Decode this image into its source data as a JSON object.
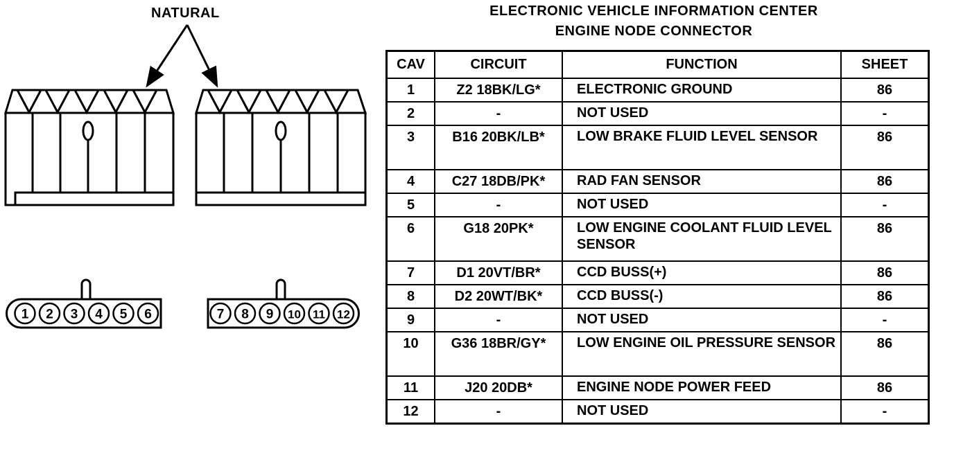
{
  "diagram": {
    "label": "NATURAL",
    "left_connector_pins": [
      "1",
      "2",
      "3",
      "4",
      "5",
      "6"
    ],
    "right_connector_pins": [
      "7",
      "8",
      "9",
      "10",
      "11",
      "12"
    ]
  },
  "table": {
    "title_line1": "ELECTRONIC VEHICLE INFORMATION CENTER",
    "title_line2": "ENGINE NODE CONNECTOR",
    "headers": {
      "cav": "CAV",
      "circuit": "CIRCUIT",
      "function": "FUNCTION",
      "sheet": "SHEET"
    },
    "rows": [
      {
        "cav": "1",
        "circuit": "Z2 18BK/LG*",
        "function": "ELECTRONIC GROUND",
        "sheet": "86"
      },
      {
        "cav": "2",
        "circuit": "-",
        "function": "NOT USED",
        "sheet": "-"
      },
      {
        "cav": "3",
        "circuit": "B16 20BK/LB*",
        "function": "LOW BRAKE FLUID LEVEL SENSOR",
        "sheet": "86"
      },
      {
        "cav": "4",
        "circuit": "C27 18DB/PK*",
        "function": "RAD FAN SENSOR",
        "sheet": "86"
      },
      {
        "cav": "5",
        "circuit": "-",
        "function": "NOT USED",
        "sheet": "-"
      },
      {
        "cav": "6",
        "circuit": "G18 20PK*",
        "function": "LOW ENGINE COOLANT FLUID LEVEL SENSOR",
        "sheet": "86"
      },
      {
        "cav": "7",
        "circuit": "D1 20VT/BR*",
        "function": "CCD BUSS(+)",
        "sheet": "86"
      },
      {
        "cav": "8",
        "circuit": "D2 20WT/BK*",
        "function": "CCD BUSS(-)",
        "sheet": "86"
      },
      {
        "cav": "9",
        "circuit": "-",
        "function": "NOT USED",
        "sheet": "-"
      },
      {
        "cav": "10",
        "circuit": "G36 18BR/GY*",
        "function": "LOW ENGINE OIL PRESSURE SENSOR",
        "sheet": "86"
      },
      {
        "cav": "11",
        "circuit": "J20 20DB*",
        "function": "ENGINE NODE POWER FEED",
        "sheet": "86"
      },
      {
        "cav": "12",
        "circuit": "-",
        "function": "NOT USED",
        "sheet": "-"
      }
    ]
  }
}
